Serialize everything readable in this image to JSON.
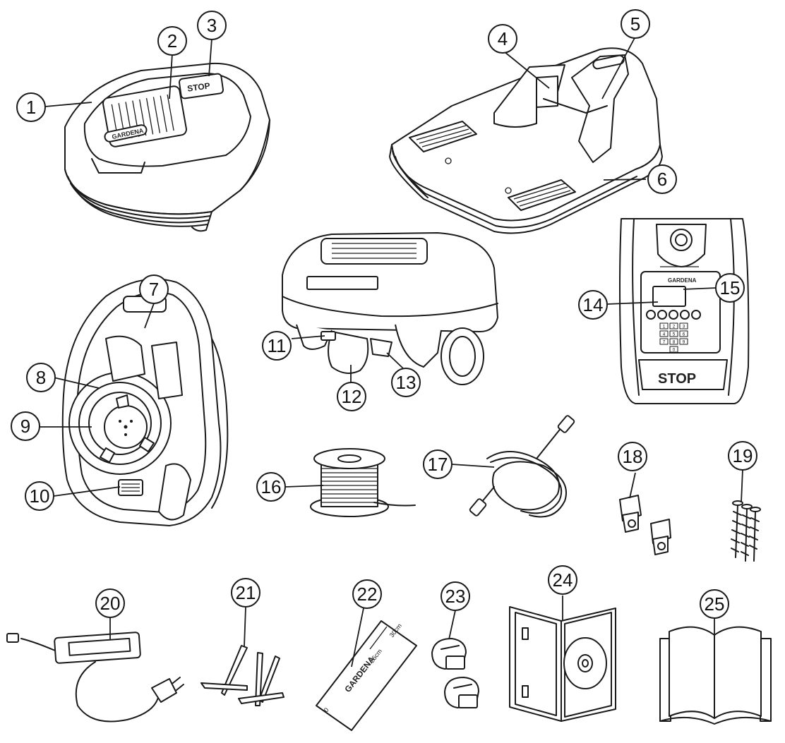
{
  "brand_label": "GARDENA",
  "stop_label": "STOP",
  "ruler_marks": [
    "30cm",
    "25cm",
    "0"
  ],
  "keypad_keys": [
    "1",
    "2",
    "3",
    "4",
    "5",
    "6",
    "7",
    "8",
    "9",
    "0"
  ],
  "callouts": [
    "1",
    "2",
    "3",
    "4",
    "5",
    "6",
    "7",
    "8",
    "9",
    "10",
    "11",
    "12",
    "13",
    "14",
    "15",
    "16",
    "17",
    "18",
    "19",
    "20",
    "21",
    "22",
    "23",
    "24",
    "25"
  ],
  "colors": {
    "line": "#1a1a1a",
    "background": "#ffffff"
  }
}
